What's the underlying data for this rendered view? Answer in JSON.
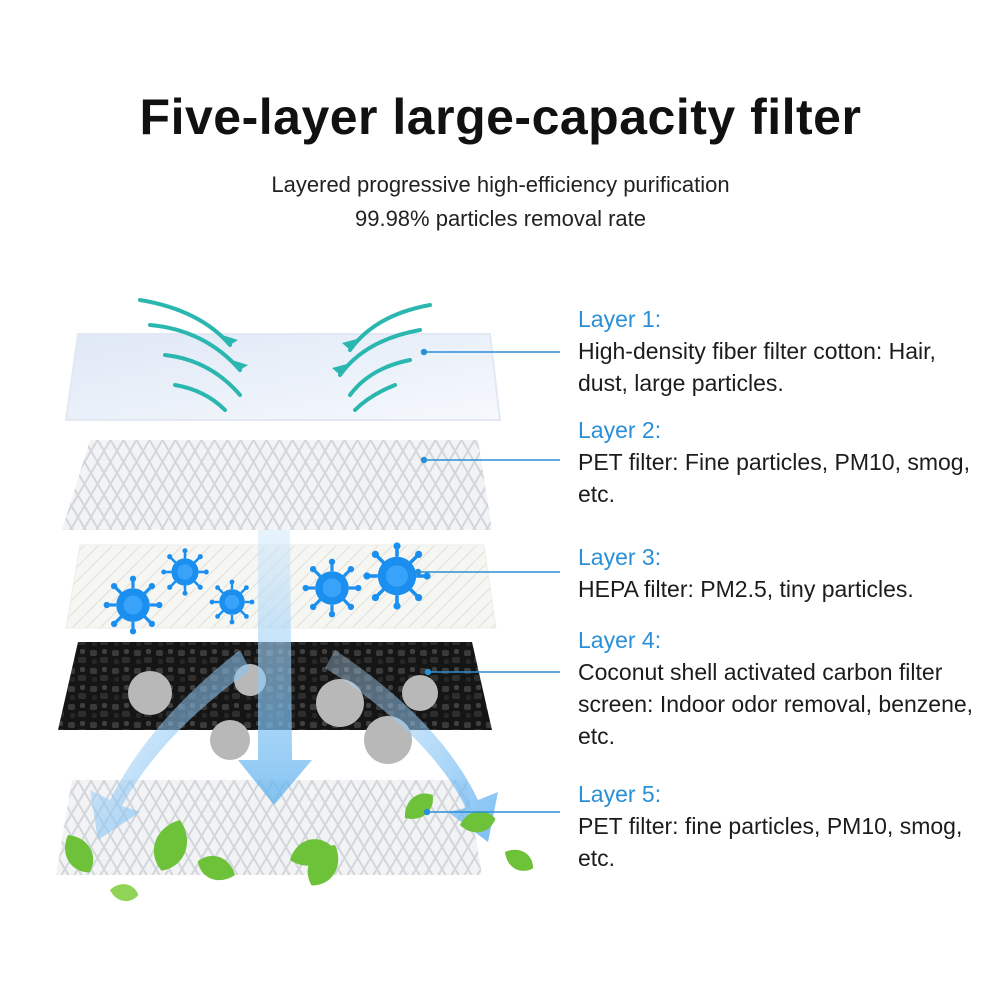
{
  "header": {
    "title": "Five-layer large-capacity filter",
    "subtitle_line1": "Layered progressive high-efficiency purification",
    "subtitle_line2": "99.98% particles removal rate"
  },
  "colors": {
    "accent": "#2a8fd6",
    "virus": "#1a8ff0",
    "carbon": "#1a1a1a",
    "particle": "#b8b8b8",
    "leaf": "#6dc23a"
  },
  "layers": [
    {
      "name": "Layer 1:",
      "description": "High-density fiber filter cotton: Hair, dust, large particles."
    },
    {
      "name": "Layer 2:",
      "description": "PET filter: Fine particles, PM10, smog, etc."
    },
    {
      "name": "Layer 3:",
      "description": "HEPA filter: PM2.5, tiny particles."
    },
    {
      "name": "Layer 4:",
      "description": "Coconut shell activated carbon filter screen: Indoor odor removal, benzene, etc."
    },
    {
      "name": "Layer 5:",
      "description": "PET filter: fine particles, PM10, smog, etc."
    }
  ]
}
